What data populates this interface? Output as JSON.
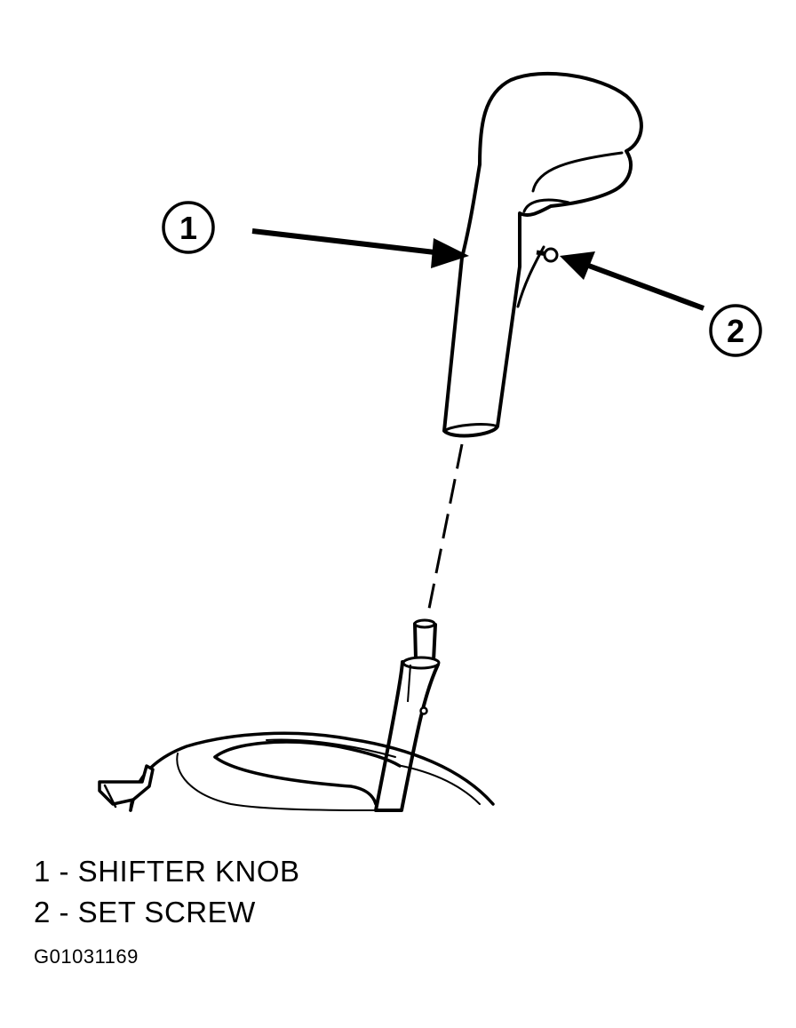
{
  "callouts": [
    {
      "number": "1"
    },
    {
      "number": "2"
    }
  ],
  "legend": {
    "items": [
      {
        "text": "1 - SHIFTER KNOB"
      },
      {
        "text": "2 - SET SCREW"
      }
    ],
    "figure_code": "G01031169"
  },
  "colors": {
    "ink": "#000000",
    "background": "#ffffff"
  }
}
